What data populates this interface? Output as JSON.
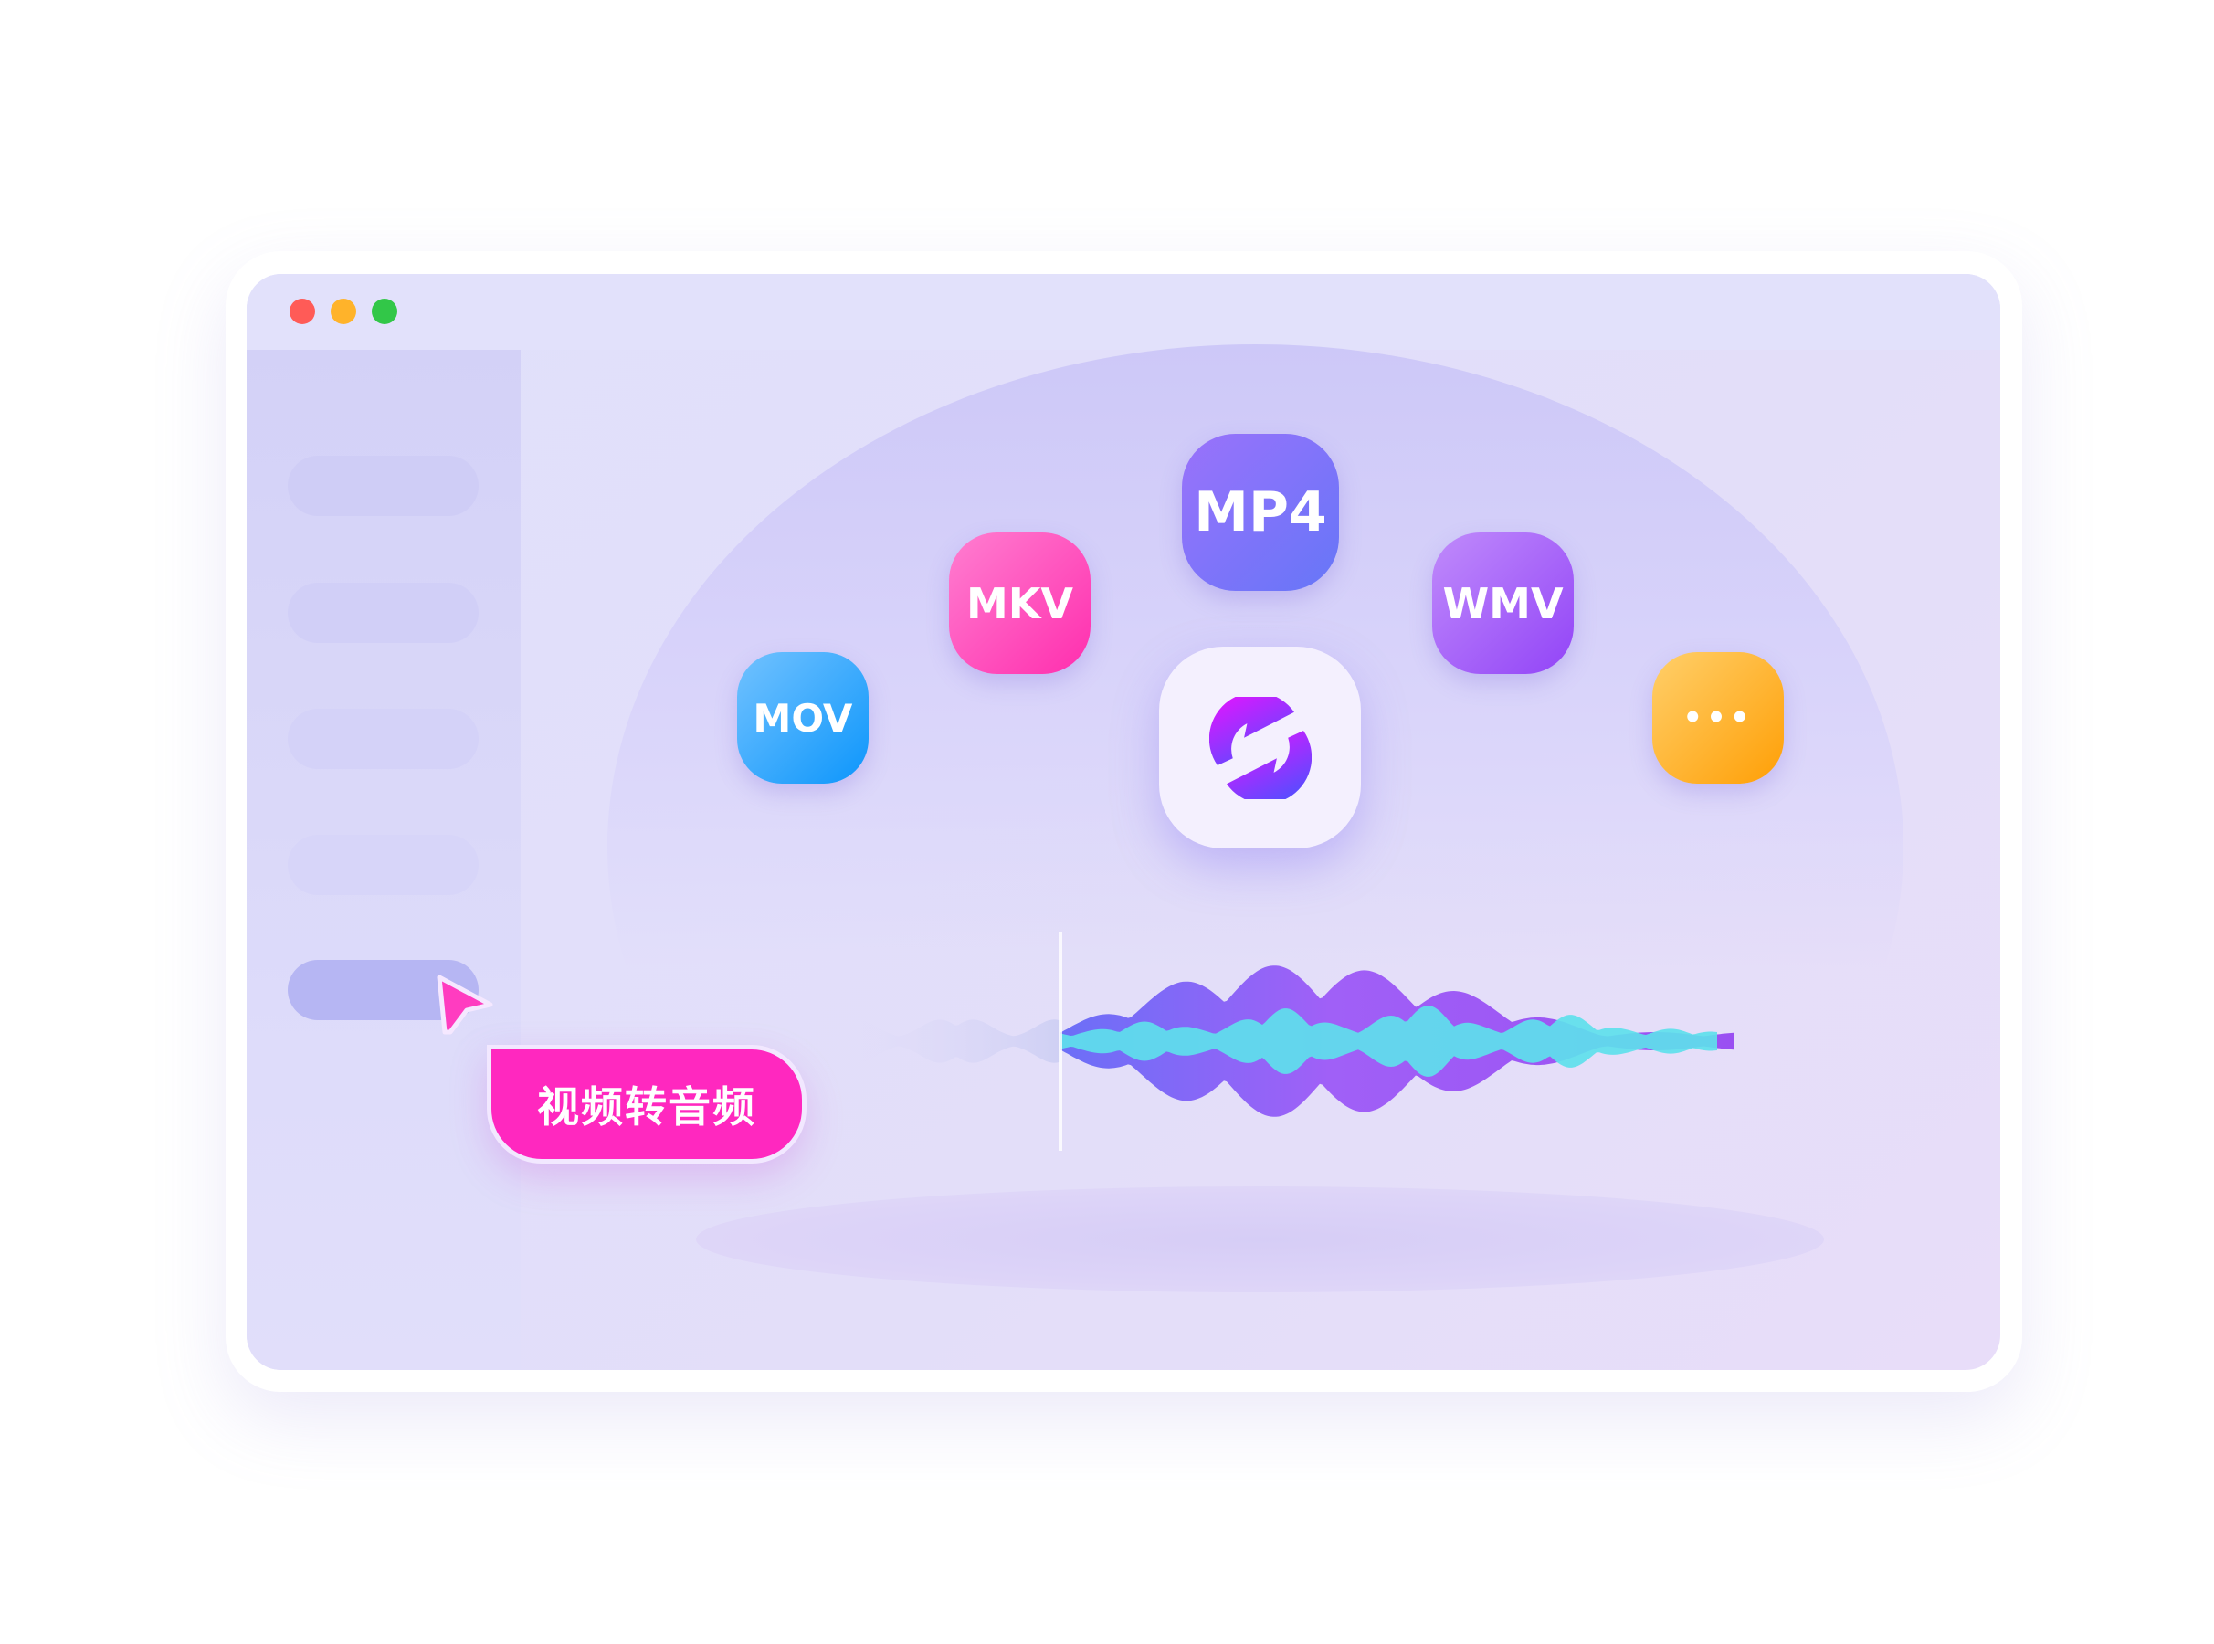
{
  "window": {
    "controls": [
      "close",
      "minimize",
      "maximize"
    ]
  },
  "sidebar": {
    "items": [
      "",
      "",
      "",
      "",
      ""
    ],
    "active_index": 4
  },
  "formats": {
    "mp4": "MP4",
    "mkv": "MKV",
    "wmv": "WMV",
    "mov": "MOV",
    "more": "•••"
  },
  "converter": {
    "icon": "convert-icon"
  },
  "cta": {
    "label": "视频转音频"
  },
  "colors": {
    "accent": "#ff28bf",
    "close": "#ff5b57",
    "minimize": "#ffb32a",
    "maximize": "#32c748"
  }
}
